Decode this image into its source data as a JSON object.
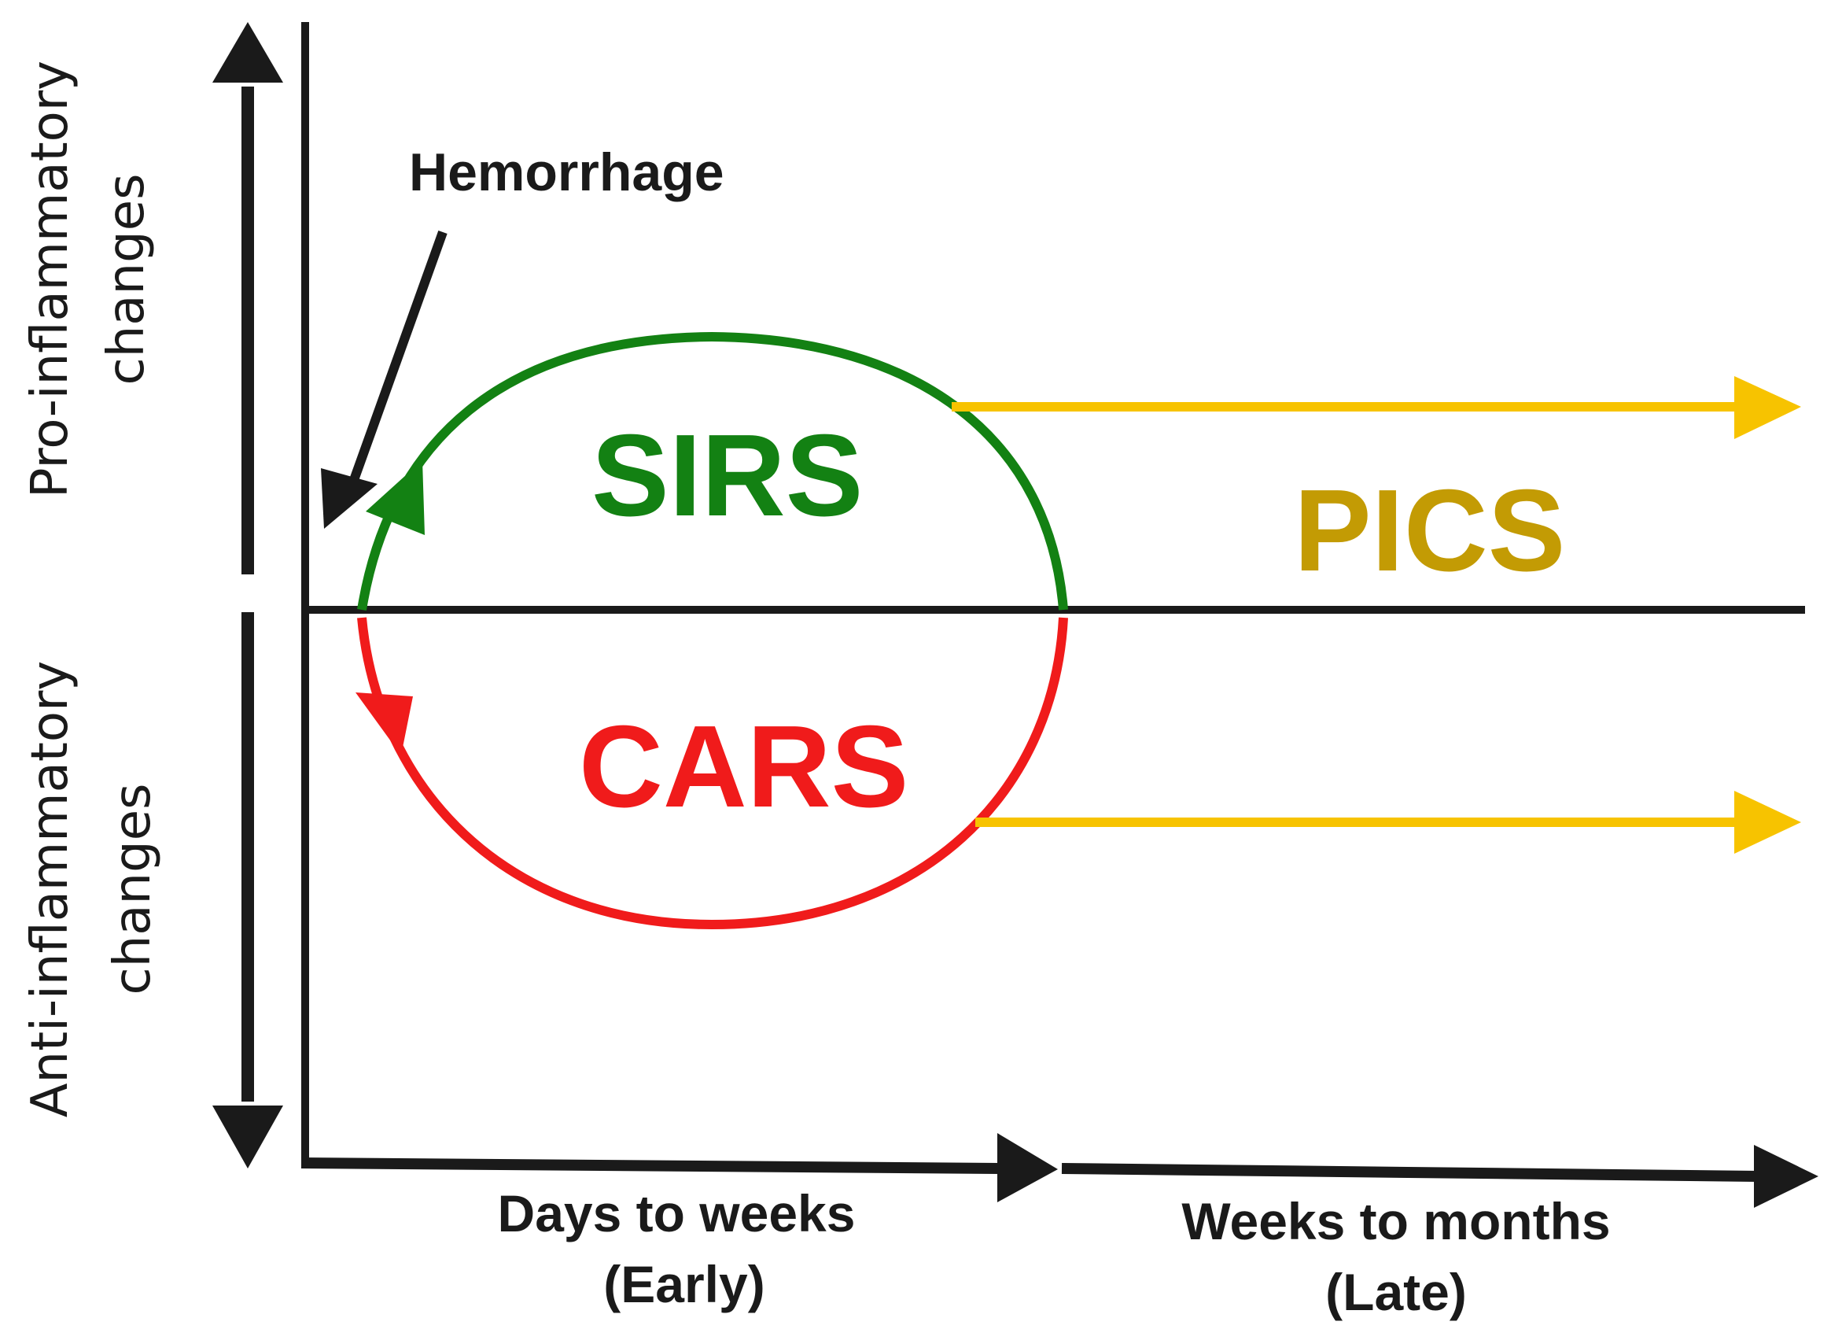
{
  "labels": {
    "hemorrhage": "Hemorrhage",
    "sirs": "SIRS",
    "cars": "CARS",
    "pics": "PICS",
    "pro_line1": "Pro-inflammatory",
    "pro_line2": "changes",
    "anti_line1": "Anti-inflammatory",
    "anti_line2": "changes",
    "early_line1": "Days to weeks",
    "early_line2": "(Early)",
    "late_line1": "Weeks to months",
    "late_line2": "(Late)"
  },
  "colors": {
    "sirs": "#138113",
    "cars": "#f01b1b",
    "pics_arrow": "#f7c300",
    "pics_text": "#c39b04",
    "axis": "#1a1a1a"
  }
}
